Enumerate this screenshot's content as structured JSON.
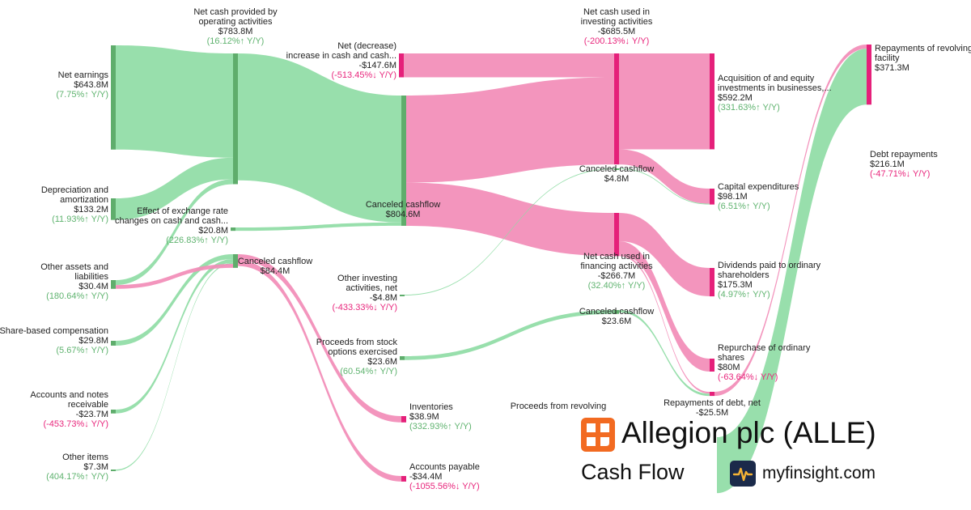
{
  "chart_data": {
    "type": "sankey",
    "colors": {
      "inflow": "#8fdca5",
      "inflow_node": "#5fad6c",
      "outflow": "#f28cb7",
      "outflow_node": "#e5207a",
      "pos_text": "#5fb36f",
      "neg_text": "#e8267c"
    },
    "nodes": [
      {
        "id": "net_earnings",
        "label": [
          "Net earnings"
        ],
        "value": "$643.8M",
        "change": "(7.75%↑ Y/Y)",
        "dir": "up"
      },
      {
        "id": "dep_amort",
        "label": [
          "Depreciation and",
          "amortization"
        ],
        "value": "$133.2M",
        "change": "(11.93%↑ Y/Y)",
        "dir": "up"
      },
      {
        "id": "other_assets",
        "label": [
          "Other assets and",
          "liabilities"
        ],
        "value": "$30.4M",
        "change": "(180.64%↑ Y/Y)",
        "dir": "up"
      },
      {
        "id": "share_comp",
        "label": [
          "Share-based compensation"
        ],
        "value": "$29.8M",
        "change": "(5.67%↑ Y/Y)",
        "dir": "up"
      },
      {
        "id": "acct_recv",
        "label": [
          "Accounts and notes",
          "receivable"
        ],
        "value": "-$23.7M",
        "change": "(-453.73%↓ Y/Y)",
        "dir": "down"
      },
      {
        "id": "other_items",
        "label": [
          "Other items"
        ],
        "value": "$7.3M",
        "change": "(404.17%↑ Y/Y)",
        "dir": "up"
      },
      {
        "id": "operating",
        "label": [
          "Net cash provided by",
          "operating activities"
        ],
        "value": "$783.8M",
        "change": "(16.12%↑ Y/Y)",
        "dir": "up"
      },
      {
        "id": "fx_effect",
        "label": [
          "Effect of exchange rate",
          "changes on cash and cash..."
        ],
        "value": "$20.8M",
        "change": "(226.83%↑ Y/Y)",
        "dir": "up"
      },
      {
        "id": "canceled_op",
        "label": [
          "Canceled cashflow"
        ],
        "value": "$84.4M",
        "change": "",
        "dir": ""
      },
      {
        "id": "net_decrease",
        "label": [
          "Net (decrease)",
          "increase in cash and cash..."
        ],
        "value": "-$147.6M",
        "change": "(-513.45%↓ Y/Y)",
        "dir": "down"
      },
      {
        "id": "canceled_main",
        "label": [
          "Canceled cashflow"
        ],
        "value": "$804.6M",
        "change": "",
        "dir": ""
      },
      {
        "id": "other_investing",
        "label": [
          "Other investing",
          "activities, net"
        ],
        "value": "-$4.8M",
        "change": "(-433.33%↓ Y/Y)",
        "dir": "down"
      },
      {
        "id": "stock_options",
        "label": [
          "Proceeds from stock",
          "options exercised"
        ],
        "value": "$23.6M",
        "change": "(60.54%↑ Y/Y)",
        "dir": "up"
      },
      {
        "id": "inventories",
        "label": [
          "Inventories"
        ],
        "value": "$38.9M",
        "change": "(332.93%↑ Y/Y)",
        "dir": "up"
      },
      {
        "id": "accounts_payable",
        "label": [
          "Accounts payable"
        ],
        "value": "-$34.4M",
        "change": "(-1055.56%↓ Y/Y)",
        "dir": "down"
      },
      {
        "id": "investing",
        "label": [
          "Net cash used in",
          "investing activities"
        ],
        "value": "-$685.5M",
        "change": "(-200.13%↓ Y/Y)",
        "dir": "down"
      },
      {
        "id": "canceled_inv",
        "label": [
          "Canceled cashflow"
        ],
        "value": "$4.8M",
        "change": "",
        "dir": ""
      },
      {
        "id": "financing",
        "label": [
          "Net cash used in",
          "financing activities"
        ],
        "value": "-$266.7M",
        "change": "(32.40%↑ Y/Y)",
        "dir": "up"
      },
      {
        "id": "canceled_fin",
        "label": [
          "Canceled cashflow"
        ],
        "value": "$23.6M",
        "change": "",
        "dir": ""
      },
      {
        "id": "proceeds_revolving",
        "label": [
          "Proceeds from revolving"
        ],
        "value": "",
        "change": "",
        "dir": ""
      },
      {
        "id": "acquisition",
        "label": [
          "Acquisition of and equity",
          "investments in businesses,..."
        ],
        "value": "$592.2M",
        "change": "(331.63%↑ Y/Y)",
        "dir": "up"
      },
      {
        "id": "capex",
        "label": [
          "Capital expenditures"
        ],
        "value": "$98.1M",
        "change": "(6.51%↑ Y/Y)",
        "dir": "up"
      },
      {
        "id": "dividends",
        "label": [
          "Dividends paid to ordinary",
          "shareholders"
        ],
        "value": "$175.3M",
        "change": "(4.97%↑ Y/Y)",
        "dir": "up"
      },
      {
        "id": "repurchase",
        "label": [
          "Repurchase of ordinary",
          "shares"
        ],
        "value": "$80M",
        "change": "(-63.64%↓ Y/Y)",
        "dir": "down"
      },
      {
        "id": "repay_debt",
        "label": [
          "Repayments of debt, net"
        ],
        "value": "-$25.5M",
        "change": "",
        "dir": ""
      },
      {
        "id": "repay_revolving",
        "label": [
          "Repayments of revolving",
          "facility"
        ],
        "value": "$371.3M",
        "change": "",
        "dir": ""
      },
      {
        "id": "debt_repay",
        "label": [
          "Debt repayments"
        ],
        "value": "$216.1M",
        "change": "(-47.71%↓ Y/Y)",
        "dir": "down"
      }
    ],
    "links": [
      {
        "source": "net_earnings",
        "target": "operating",
        "value": 643.8,
        "kind": "in"
      },
      {
        "source": "dep_amort",
        "target": "operating",
        "value": 133.2,
        "kind": "in"
      },
      {
        "source": "other_assets",
        "target": "operating",
        "value": 30.4,
        "kind": "in"
      },
      {
        "source": "share_comp",
        "target": "canceled_op",
        "value": 29.8,
        "kind": "in"
      },
      {
        "source": "acct_recv",
        "target": "canceled_op",
        "value": 23.7,
        "kind": "in"
      },
      {
        "source": "other_items",
        "target": "canceled_op",
        "value": 7.3,
        "kind": "in"
      },
      {
        "source": "other_assets",
        "target": "canceled_op",
        "value": 23.6,
        "kind": "out"
      },
      {
        "source": "operating",
        "target": "canceled_main",
        "value": 783.8,
        "kind": "in"
      },
      {
        "source": "fx_effect",
        "target": "canceled_main",
        "value": 20.8,
        "kind": "in"
      },
      {
        "source": "canceled_op",
        "target": "inventories",
        "value": 38.9,
        "kind": "out"
      },
      {
        "source": "canceled_op",
        "target": "accounts_payable",
        "value": 34.4,
        "kind": "out"
      },
      {
        "source": "net_decrease",
        "target": "investing",
        "value": 147.6,
        "kind": "out"
      },
      {
        "source": "canceled_main",
        "target": "investing",
        "value": 538.0,
        "kind": "out"
      },
      {
        "source": "canceled_main",
        "target": "financing",
        "value": 266.7,
        "kind": "out"
      },
      {
        "source": "other_investing",
        "target": "canceled_inv",
        "value": 4.8,
        "kind": "in"
      },
      {
        "source": "stock_options",
        "target": "canceled_fin",
        "value": 23.6,
        "kind": "in"
      },
      {
        "source": "investing",
        "target": "acquisition",
        "value": 592.2,
        "kind": "out"
      },
      {
        "source": "investing",
        "target": "capex",
        "value": 93.3,
        "kind": "out"
      },
      {
        "source": "canceled_inv",
        "target": "capex",
        "value": 4.8,
        "kind": "in"
      },
      {
        "source": "financing",
        "target": "dividends",
        "value": 175.3,
        "kind": "out"
      },
      {
        "source": "financing",
        "target": "repurchase",
        "value": 80.0,
        "kind": "out"
      },
      {
        "source": "financing",
        "target": "repay_debt",
        "value": 11.4,
        "kind": "out"
      },
      {
        "source": "canceled_fin",
        "target": "repay_debt",
        "value": 14.1,
        "kind": "in"
      },
      {
        "source": "repay_debt",
        "target": "repay_revolving",
        "value": 25.5,
        "kind": "out"
      },
      {
        "source": "proceeds_revolving",
        "target": "repay_revolving",
        "value": 345.8,
        "kind": "in"
      }
    ]
  },
  "brand": {
    "title": "Allegion plc (ALLE)",
    "subtitle": "Cash Flow",
    "site": "myfinsight.com",
    "logo_icon": "allegion-logo-icon",
    "site_icon": "pulse-icon"
  }
}
